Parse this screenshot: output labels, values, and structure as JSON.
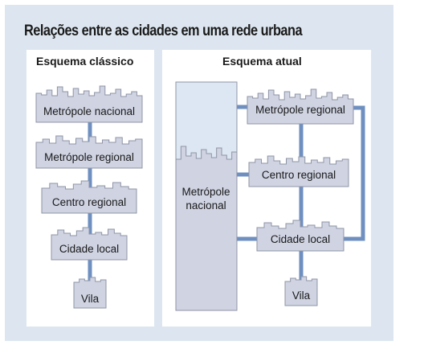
{
  "title": "Relações entre as cidades em uma rede urbana",
  "classic": {
    "heading": "Esquema clássico",
    "nodes": [
      "Metrópole nacional",
      "Metrópole regional",
      "Centro regional",
      "Cidade local",
      "Vila"
    ]
  },
  "current": {
    "heading": "Esquema atual",
    "national": "Metrópole\nnacional",
    "nodes": [
      "Metrópole regional",
      "Centro regional",
      "Cidade local",
      "Vila"
    ]
  },
  "colors": {
    "frame": "#dde6f0",
    "city_fill": "#cfd3e2",
    "city_stroke": "#8f94a6",
    "connector": "#6e8fc0",
    "national_fill": "#dce7f3"
  }
}
